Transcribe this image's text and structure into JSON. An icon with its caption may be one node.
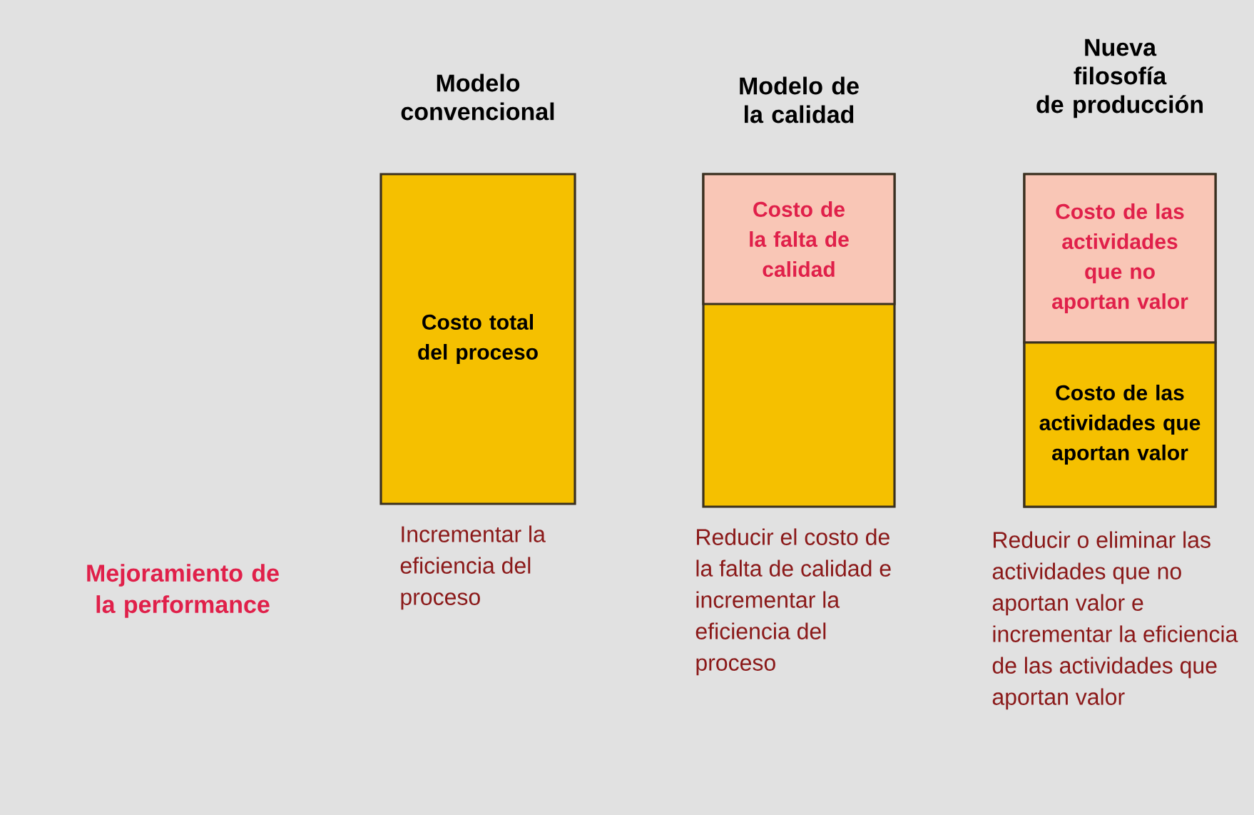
{
  "diagram": {
    "nodes": [
      {
        "text": [
          "Modelo convencional",
          "Costo total del proceso"
        ],
        "beside": [
          "Incrementar la eficiencia del proceso"
        ]
      },
      {
        "text": [
          "Modelo de la calidad"
        ],
        "beside": [
          "Reducir el costo de la falta de calidad e incrementar la eficiencia del proceso"
        ]
      },
      {
        "text": [
          "Costo de la falta de calidad"
        ],
        "in": 1
      },
      {
        "text": [
          "Nueva filosofía de producción"
        ],
        "beside": [
          "Reducir o eliminar las actividades que no aportan valor e incrementar la eficiencia de las actividades que aportan valor"
        ]
      },
      {
        "text": [
          "Costo de las actividades que no aportan valor"
        ],
        "in": 3
      },
      {
        "text": [
          "Costo de las actividades que aportan valor"
        ],
        "in": 3
      }
    ],
    "labels": [
      "Mejoramiento de la performance"
    ]
  }
}
